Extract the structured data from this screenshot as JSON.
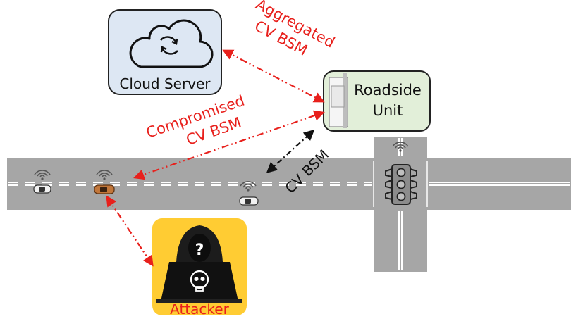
{
  "cloud_server": {
    "label": "Cloud Server"
  },
  "roadside_unit": {
    "label_line1": "Roadside",
    "label_line2": "Unit"
  },
  "attacker": {
    "label": "Attacker",
    "question_mark": "?"
  },
  "messages": {
    "aggregated": {
      "line1": "Aggregated",
      "line2": "CV BSM"
    },
    "compromised": {
      "line1": "Compromised",
      "line2": "CV BSM"
    },
    "normal": {
      "text": "CV BSM"
    }
  },
  "colors": {
    "attack_red": "#e8201c",
    "normal_black": "#111111",
    "road": "#a6a6a6",
    "road_stripe": "#ffffff",
    "cloud_box": "#dde7f3",
    "rsu_box": "#e2efd9",
    "attacker_box": "#ffcc33"
  },
  "icons": [
    "cloud-sync-icon",
    "roadside-unit-antenna-icon",
    "traffic-light-icon",
    "wifi-icon",
    "car-icon",
    "hacker-icon",
    "skull-icon"
  ]
}
